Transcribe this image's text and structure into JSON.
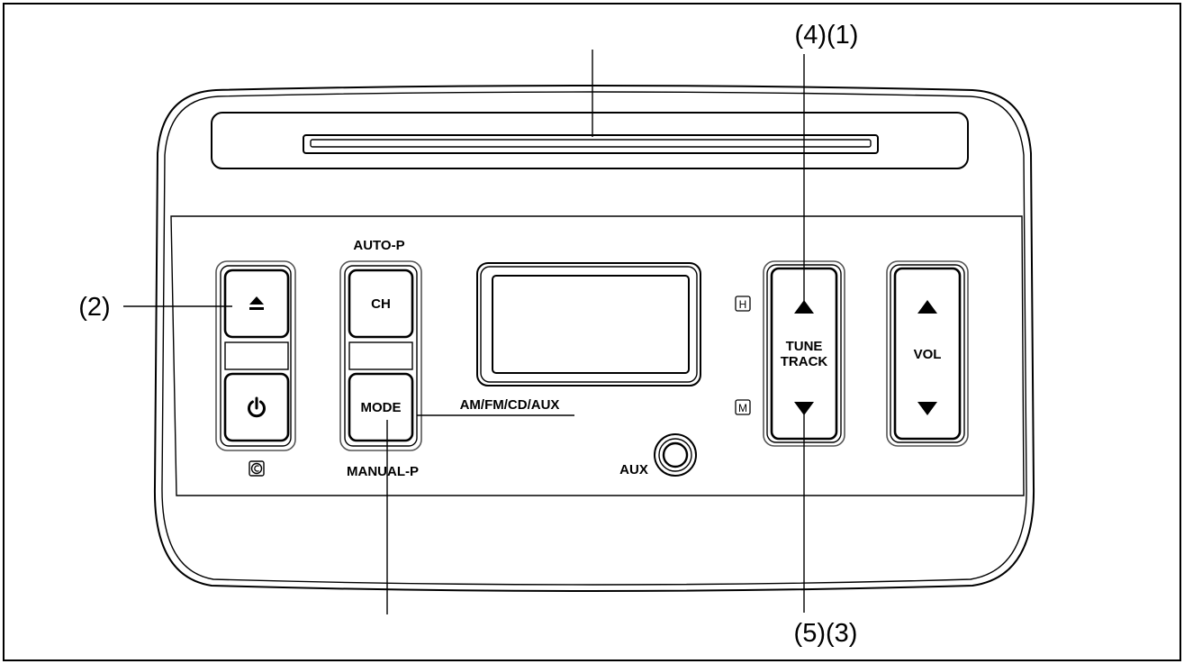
{
  "callouts": {
    "top_right": "(4)(1)",
    "left": "(2)",
    "bottom_right": "(5)(3)"
  },
  "left_group": {
    "eject_icon": "eject-icon",
    "power_icon": "power-icon",
    "below_icon": "c-symbol-icon"
  },
  "mode_group": {
    "top_label": "AUTO-P",
    "ch_label": "CH",
    "mode_label": "MODE",
    "bottom_label": "MANUAL-P",
    "source_label": "AM/FM/CD/AUX"
  },
  "aux": {
    "label": "AUX"
  },
  "tune_group": {
    "h_label": "H",
    "m_label": "M",
    "label_line1": "TUNE",
    "label_line2": "TRACK",
    "up_icon": "triangle-up-icon",
    "down_icon": "triangle-down-icon"
  },
  "vol_group": {
    "label": "VOL",
    "up_icon": "triangle-up-icon",
    "down_icon": "triangle-down-icon"
  },
  "colors": {
    "line": "#000000",
    "background": "#ffffff"
  }
}
